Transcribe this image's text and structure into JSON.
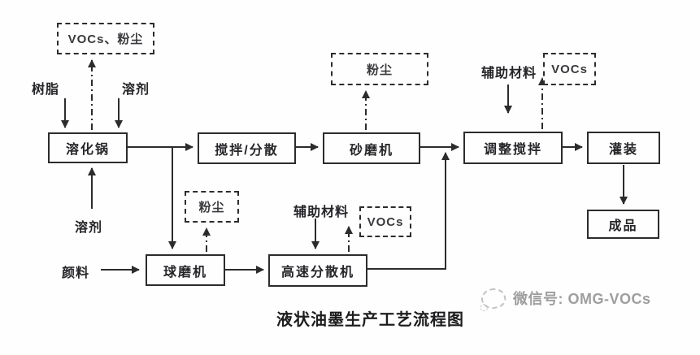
{
  "title_caption": "液状油墨生产工艺流程图",
  "watermark": {
    "icon": "doodle-stamp-icon",
    "text": "微信号: OMG-VOCs"
  },
  "colors": {
    "line": "#2c2c2c",
    "box_border": "#2c2c2c",
    "text": "#26262a",
    "caption_text": "#1d1d1f",
    "watermark_text": "#9e9e9e",
    "background": "#fefefe"
  },
  "process_nodes": {
    "melting_pot": {
      "label": "溶化锅"
    },
    "stir_disperse": {
      "label": "搅拌/分散"
    },
    "sand_mill": {
      "label": "砂磨机"
    },
    "adjust_stir": {
      "label": "调整搅拌"
    },
    "filling": {
      "label": "灌装"
    },
    "ball_mill": {
      "label": "球磨机"
    },
    "high_speed_disperser": {
      "label": "高速分散机"
    },
    "finished_product": {
      "label": "成品"
    }
  },
  "emission_nodes": {
    "vocs_dust": {
      "label": "VOCs、粉尘"
    },
    "dust_top": {
      "label": "粉尘"
    },
    "vocs_top": {
      "label": "VOCs"
    },
    "dust_bottom": {
      "label": "粉尘"
    },
    "vocs_bottom": {
      "label": "VOCs"
    }
  },
  "input_labels": {
    "resin": {
      "label": "树脂"
    },
    "solvent_top": {
      "label": "溶剂"
    },
    "solvent_bottom": {
      "label": "溶剂"
    },
    "pigment": {
      "label": "颜料"
    },
    "auxiliary_top": {
      "label": "辅助材料"
    },
    "auxiliary_bottom": {
      "label": "辅助材料"
    }
  }
}
